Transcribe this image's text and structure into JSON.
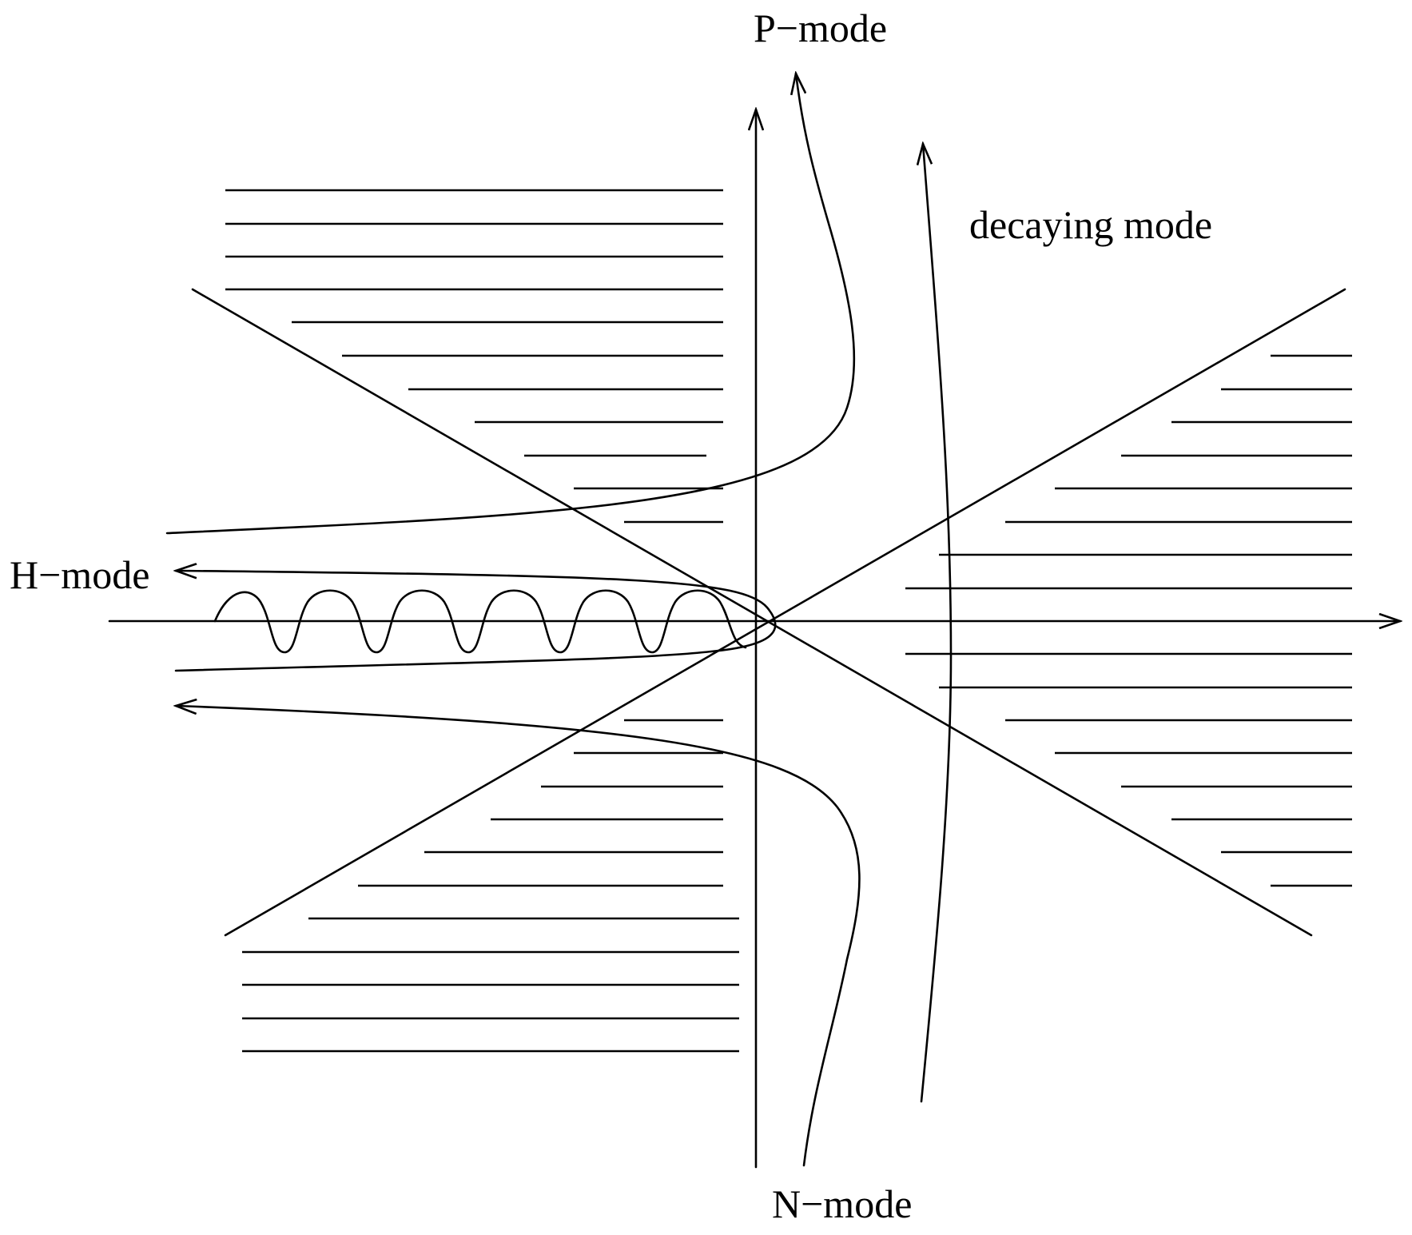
{
  "labels": {
    "p_mode": "P−mode",
    "n_mode": "N−mode",
    "h_mode": "H−mode",
    "decaying_mode": "decaying mode"
  },
  "colors": {
    "ink": "#000000",
    "background": "#ffffff"
  }
}
